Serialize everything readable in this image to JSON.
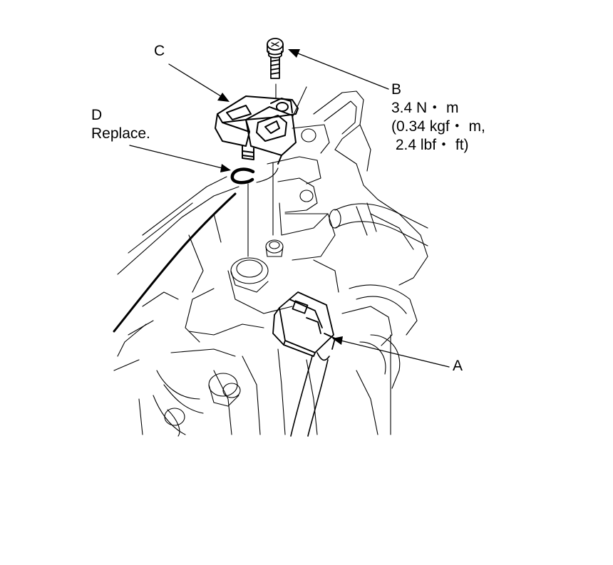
{
  "callouts": {
    "a": {
      "letter": "A"
    },
    "b": {
      "letter": "B",
      "torque_line1": "3.4 N・ m",
      "torque_line2": "(0.34 kgf・ m,",
      "torque_line3": " 2.4 lbf・ ft)"
    },
    "c": {
      "letter": "C"
    },
    "d": {
      "letter": "D",
      "note": "Replace."
    }
  },
  "colors": {
    "ink": "#000000",
    "background": "#ffffff",
    "faint_line": "#333333"
  }
}
